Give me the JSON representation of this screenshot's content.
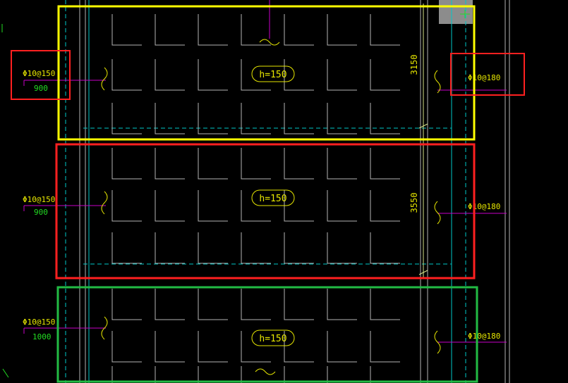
{
  "colors": {
    "background": "#000000",
    "grid": "#b4b4b4",
    "cyan_guides": "#00c8c8",
    "magenta_rebar": "#c800c8",
    "yellow_text": "#e6e600",
    "green_text": "#22dd22",
    "highlight_yellow": "#ffff00",
    "highlight_red": "#ff2020",
    "highlight_green": "#22bb44",
    "grey_block": "#8c8c8c"
  },
  "panels": [
    {
      "thickness": "h=150",
      "dimension": "3150",
      "left_rebar": "Φ10@150",
      "left_length": "900",
      "right_rebar": "Φ10@180"
    },
    {
      "thickness": "h=150",
      "dimension": "3550",
      "left_rebar": "Φ10@150",
      "left_length": "900",
      "right_rebar": "Φ10@180"
    },
    {
      "thickness": "h=150",
      "dimension": "",
      "left_rebar": "Φ10@150",
      "left_length": "1000",
      "right_rebar": "Φ10@180"
    }
  ]
}
